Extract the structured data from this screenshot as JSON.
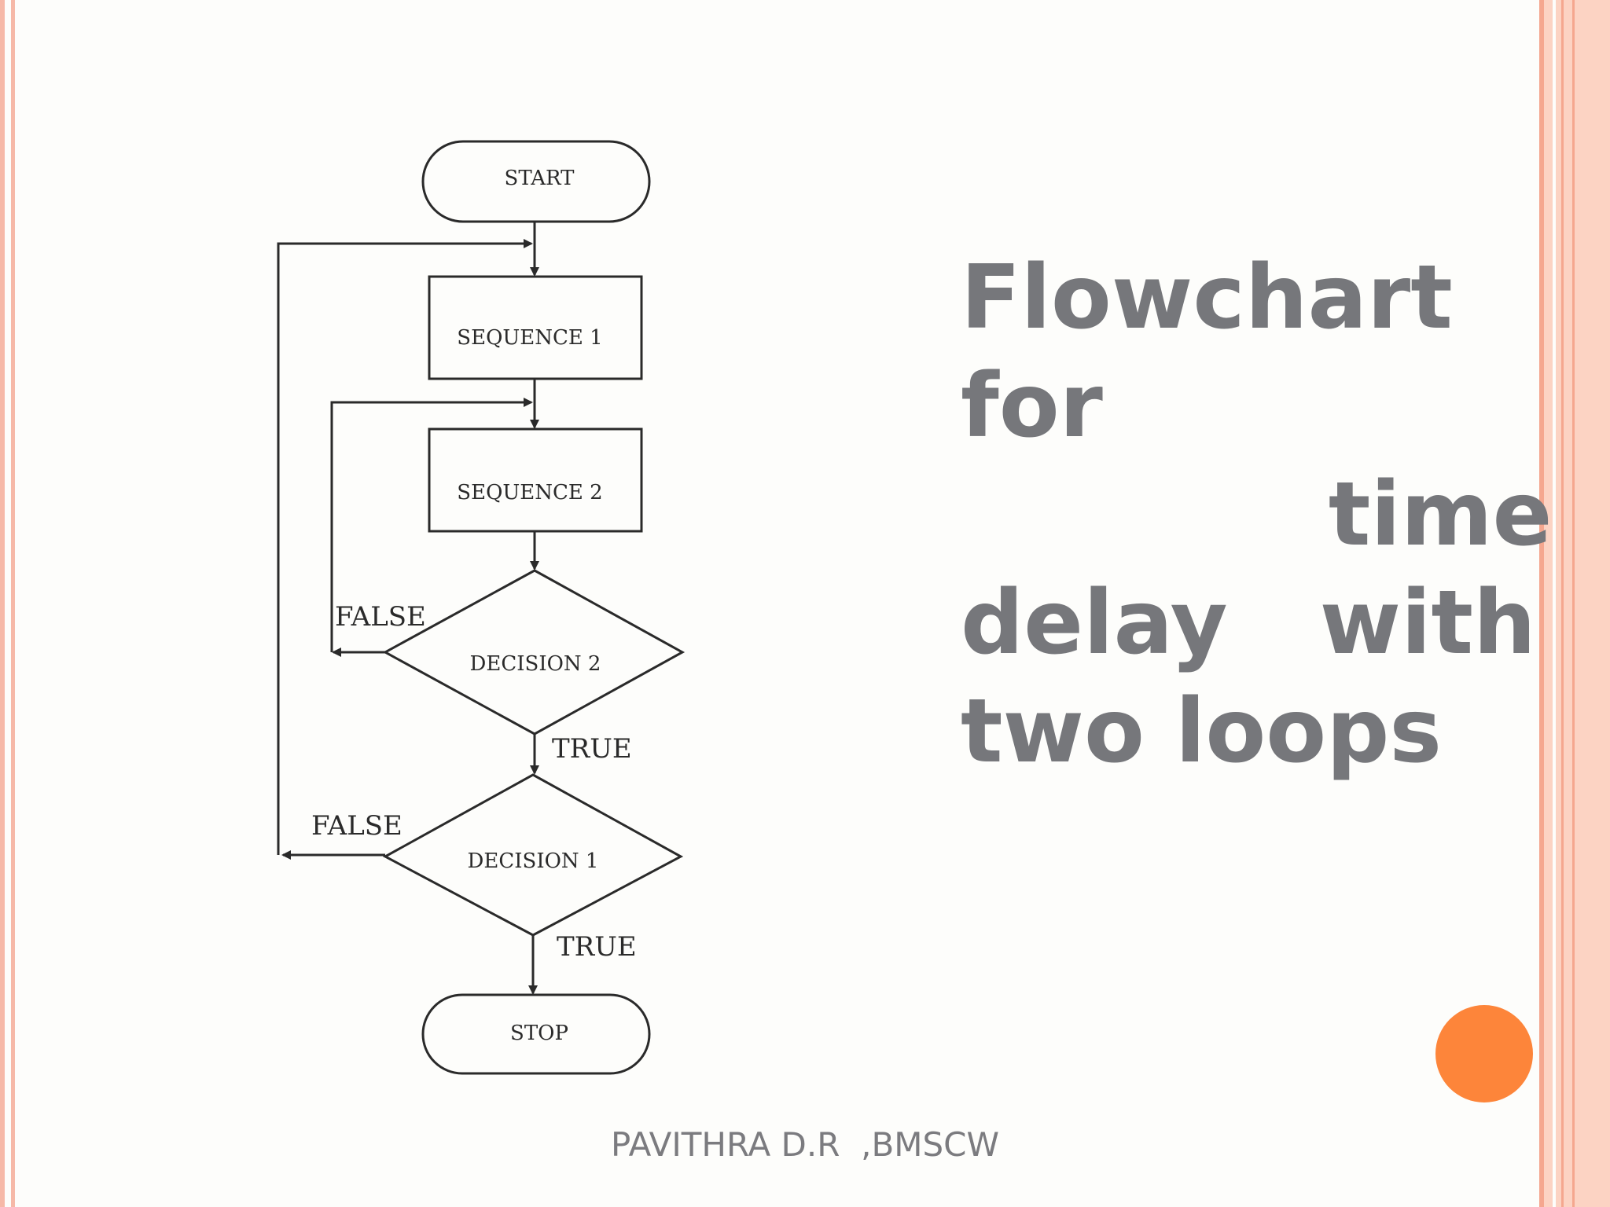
{
  "slide": {
    "title_lines": [
      "Flowchart",
      "for",
      "            time",
      "delay   with",
      "two loops"
    ],
    "footer": "PAVITHRA D.R  ,BMSCW",
    "colors": {
      "title": "#76777b",
      "accent_dot": "#fd853a",
      "border": "#f5a78f"
    }
  },
  "diagram": {
    "nodes": {
      "start": "START",
      "seq1": "SEQUENCE 1",
      "seq2": "SEQUENCE 2",
      "dec2": "DECISION 2",
      "dec1": "DECISION 1",
      "stop": "STOP"
    },
    "edges": {
      "dec2_false": "FALSE",
      "dec2_true": "TRUE",
      "dec1_false": "FALSE",
      "dec1_true": "TRUE"
    }
  }
}
